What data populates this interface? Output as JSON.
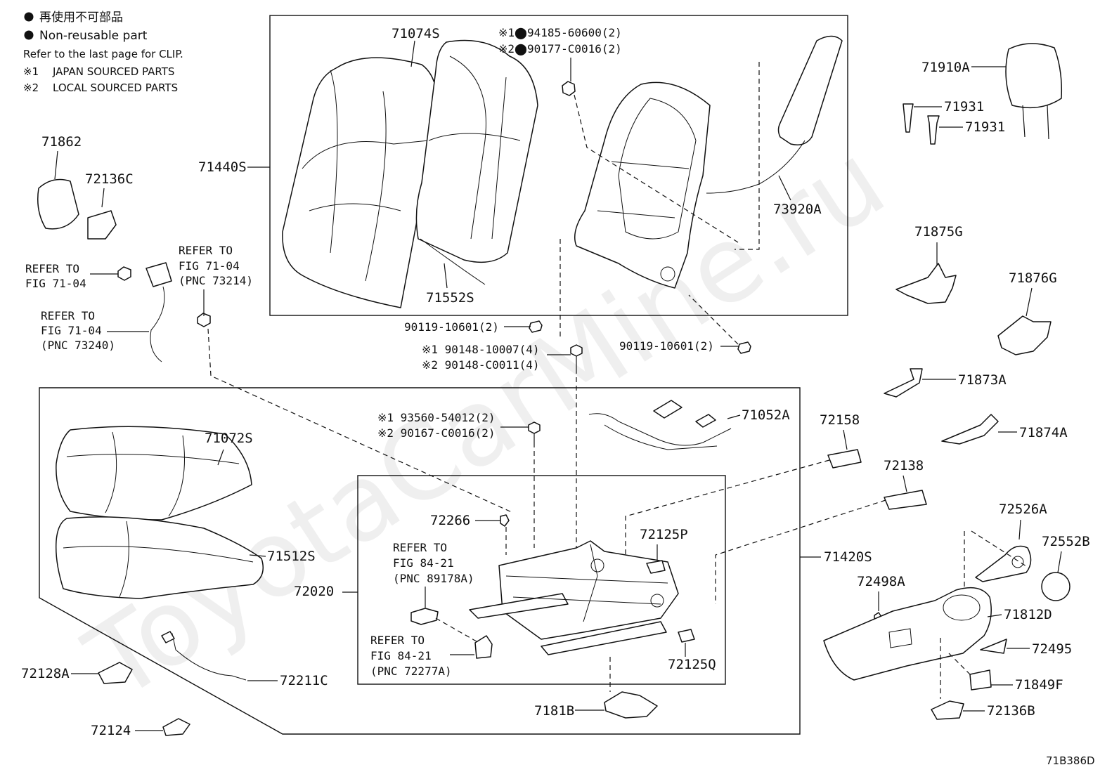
{
  "legend": {
    "non_reusable_jp": "再使用不可部品",
    "non_reusable_en": "Non-reusable part",
    "clip_note": "Refer to the last page for CLIP.",
    "source1_mark": "※1",
    "source1_text": "JAPAN SOURCED PARTS",
    "source2_mark": "※2",
    "source2_text": "LOCAL SOURCED PARTS"
  },
  "watermark": "ToyotaCarMine.ru",
  "figure_code": "71B386D",
  "parts": {
    "p71074S": "71074S",
    "p71440S": "71440S",
    "p71552S": "71552S",
    "fast1_line1": "※1⬤94185-60600(2)",
    "fast1_line2": "※2⬤90177-C0016(2)",
    "p73920A": "73920A",
    "p71910A": "71910A",
    "p71931a": "71931",
    "p71931b": "71931",
    "p71862": "71862",
    "p72136C": "72136C",
    "p71875G": "71875G",
    "p71876G": "71876G",
    "p71873A": "71873A",
    "p71874A": "71874A",
    "bolt_left": "90119-10601(2)",
    "bolt_right": "90119-10601(2)",
    "bolt_mid1": "※1 90148-10007(4)",
    "bolt_mid2": "※2 90148-C0011(4)",
    "nut_low1": "※1 93560-54012(2)",
    "nut_low2": "※2 90167-C0016(2)",
    "p71052A": "71052A",
    "p72158": "72158",
    "p72138": "72138",
    "p71072S": "71072S",
    "p71512S": "71512S",
    "p72020": "72020",
    "p72266": "72266",
    "p72125P": "72125P",
    "p72125Q": "72125Q",
    "p71420S": "71420S",
    "p72526A": "72526A",
    "p72552B": "72552B",
    "p72498A": "72498A",
    "p71812D": "71812D",
    "p72495": "72495",
    "p71849F": "71849F",
    "p72136B": "72136B",
    "p7181B": "7181B",
    "p72128A": "72128A",
    "p72211C": "72211C",
    "p72124": "72124"
  },
  "refs": {
    "r1_l1": "REFER TO",
    "r1_l2": "FIG 71-04",
    "r2_l1": "REFER TO",
    "r2_l2": "FIG 71-04",
    "r2_l3": "(PNC 73214)",
    "r3_l1": "REFER TO",
    "r3_l2": "FIG 71-04",
    "r3_l3": "(PNC 73240)",
    "r4_l1": "REFER TO",
    "r4_l2": "FIG 84-21",
    "r4_l3": "(PNC 89178A)",
    "r5_l1": "REFER TO",
    "r5_l2": "FIG 84-21",
    "r5_l3": "(PNC 72277A)"
  }
}
